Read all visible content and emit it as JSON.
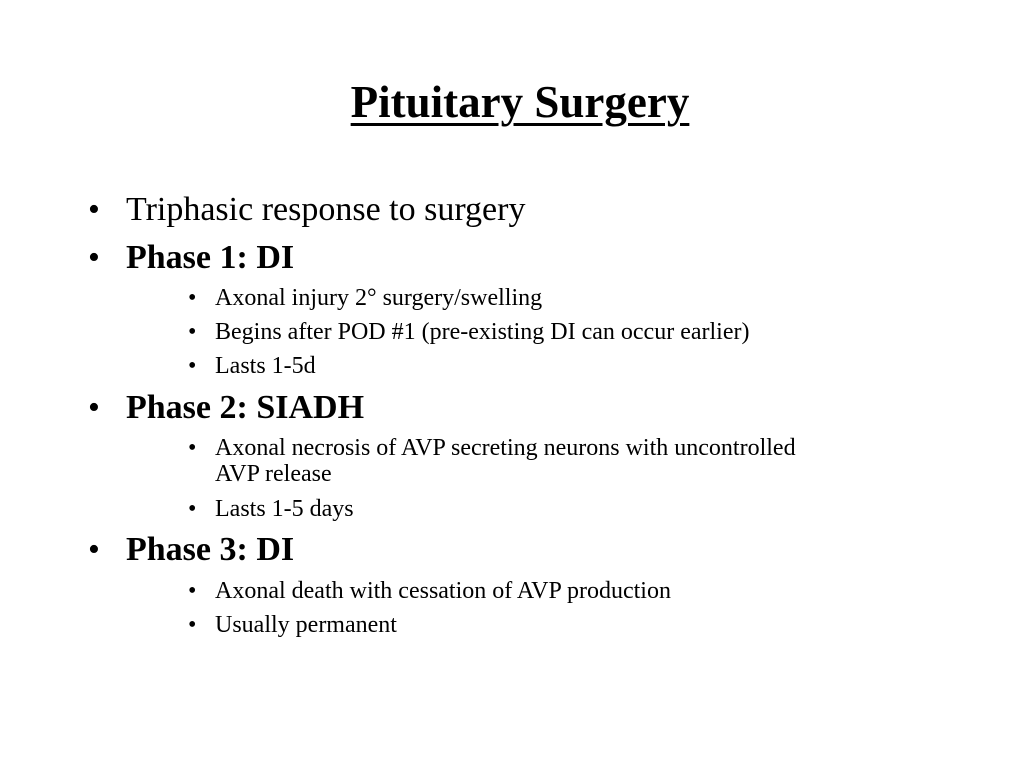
{
  "slide": {
    "title": "Pituitary Surgery",
    "bullet_char": "•",
    "items": [
      {
        "text": "Triphasic response to surgery"
      },
      {
        "text": "Phase 1: DI",
        "subitems": [
          "Axonal injury 2° surgery/swelling",
          "Begins after POD #1 (pre-existing DI can occur earlier)",
          "Lasts 1-5d"
        ]
      },
      {
        "text": "Phase 2: SIADH",
        "subitems": [
          "Axonal necrosis of AVP secreting neurons with uncontrolled",
          "AVP release",
          "Lasts 1-5 days"
        ]
      },
      {
        "text": "Phase 3: DI",
        "subitems": [
          "Axonal death with cessation of AVP production",
          "Usually permanent"
        ]
      }
    ]
  }
}
